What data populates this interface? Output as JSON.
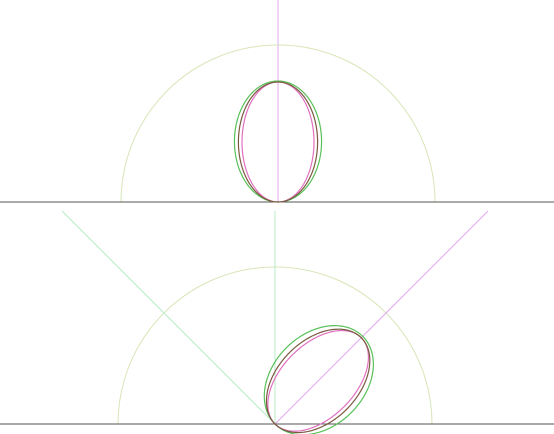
{
  "panels": [
    {
      "id": "top",
      "lobe_direction_deg": 90,
      "reference_direction_deg": 90,
      "guide_line_angles_deg": [],
      "shows_reference_circle": true
    },
    {
      "id": "bottom",
      "lobe_direction_deg": 45,
      "reference_direction_deg": 45,
      "guide_line_angles_deg": [
        90,
        135
      ],
      "shows_reference_circle": true
    }
  ],
  "colors": {
    "background": "#ffffff",
    "baseline": "#555555",
    "reference_circle": "#d8e6b8",
    "pink_axis": "#e0a8ec",
    "green_guide": "#b8ecc8",
    "lobe_green": "#58c058",
    "lobe_pink": "#e070c0",
    "lobe_brown": "#7a5a40"
  }
}
